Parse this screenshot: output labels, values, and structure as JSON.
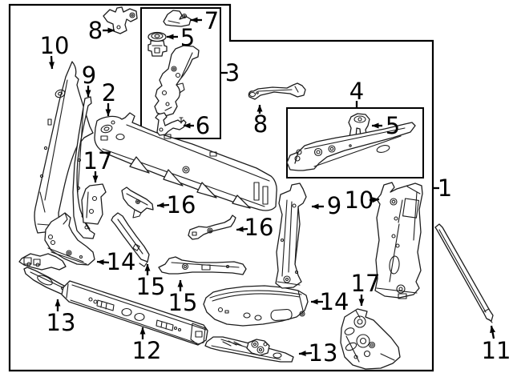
{
  "figure": {
    "kind": "exploded-parts-diagram",
    "background_color": "#ffffff",
    "outline_color": "#000000",
    "part_line_color": "#1c1c1c"
  },
  "callouts": [
    {
      "label": "10"
    },
    {
      "label": "8"
    },
    {
      "label": "7"
    },
    {
      "label": "5"
    },
    {
      "label": "3"
    },
    {
      "label": "6"
    },
    {
      "label": "9"
    },
    {
      "label": "2"
    },
    {
      "label": "8"
    },
    {
      "label": "4"
    },
    {
      "label": "5"
    },
    {
      "label": "1"
    },
    {
      "label": "17"
    },
    {
      "label": "16"
    },
    {
      "label": "9"
    },
    {
      "label": "10"
    },
    {
      "label": "16"
    },
    {
      "label": "14"
    },
    {
      "label": "15"
    },
    {
      "label": "13"
    },
    {
      "label": "15"
    },
    {
      "label": "12"
    },
    {
      "label": "14"
    },
    {
      "label": "17"
    },
    {
      "label": "13"
    },
    {
      "label": "11"
    }
  ]
}
